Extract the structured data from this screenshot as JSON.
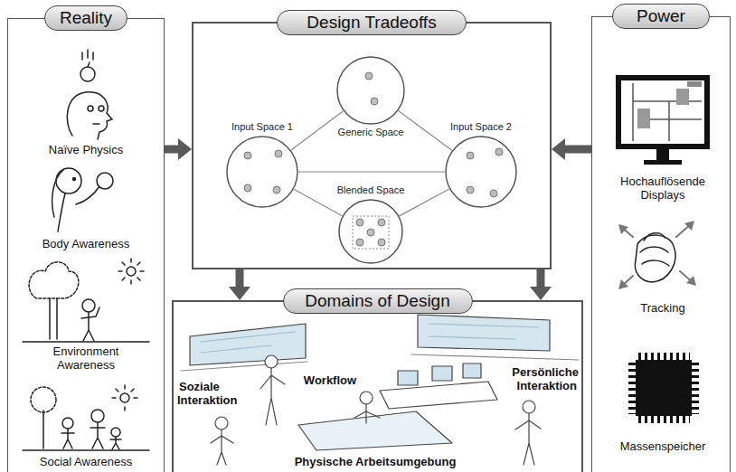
{
  "diagram": {
    "nodes": [
      {
        "text": [
          "Reality"
        ]
      },
      {
        "text": [
          "Design Tradeoffs"
        ]
      },
      {
        "text": [
          "Input Space 1"
        ],
        "in": 1
      },
      {
        "text": [
          "Generic Space"
        ],
        "in": 1
      },
      {
        "text": [
          "Input Space 2"
        ],
        "in": 1
      },
      {
        "text": [
          "Blended Space"
        ],
        "in": 1
      },
      {
        "text": [
          "Power"
        ]
      },
      {
        "text": [
          "Domains of Design"
        ]
      }
    ],
    "edges": [
      {
        "from": 0,
        "to": 1,
        "arrow": "to"
      },
      {
        "from": 6,
        "to": 1,
        "arrow": "to"
      },
      {
        "from": 1,
        "to": 7,
        "arrow": "to"
      },
      {
        "from": 1,
        "to": 7,
        "arrow": "to"
      },
      {
        "from": 2,
        "to": 3,
        "arrow": "none"
      },
      {
        "from": 4,
        "to": 3,
        "arrow": "none"
      },
      {
        "from": 2,
        "to": 4,
        "arrow": "none"
      },
      {
        "from": 2,
        "to": 5,
        "arrow": "none"
      },
      {
        "from": 4,
        "to": 5,
        "arrow": "none"
      }
    ],
    "labels": [
      "Naïve Physics",
      "Body Awareness",
      "Environment Awareness",
      "Social Awareness",
      "Hochauflösende Displays",
      "Tracking",
      "Massenspeicher",
      "Soziale Interaktion",
      "Workflow",
      "Persönliche Interaktion",
      "Physische Arbeitsumgebung"
    ]
  }
}
